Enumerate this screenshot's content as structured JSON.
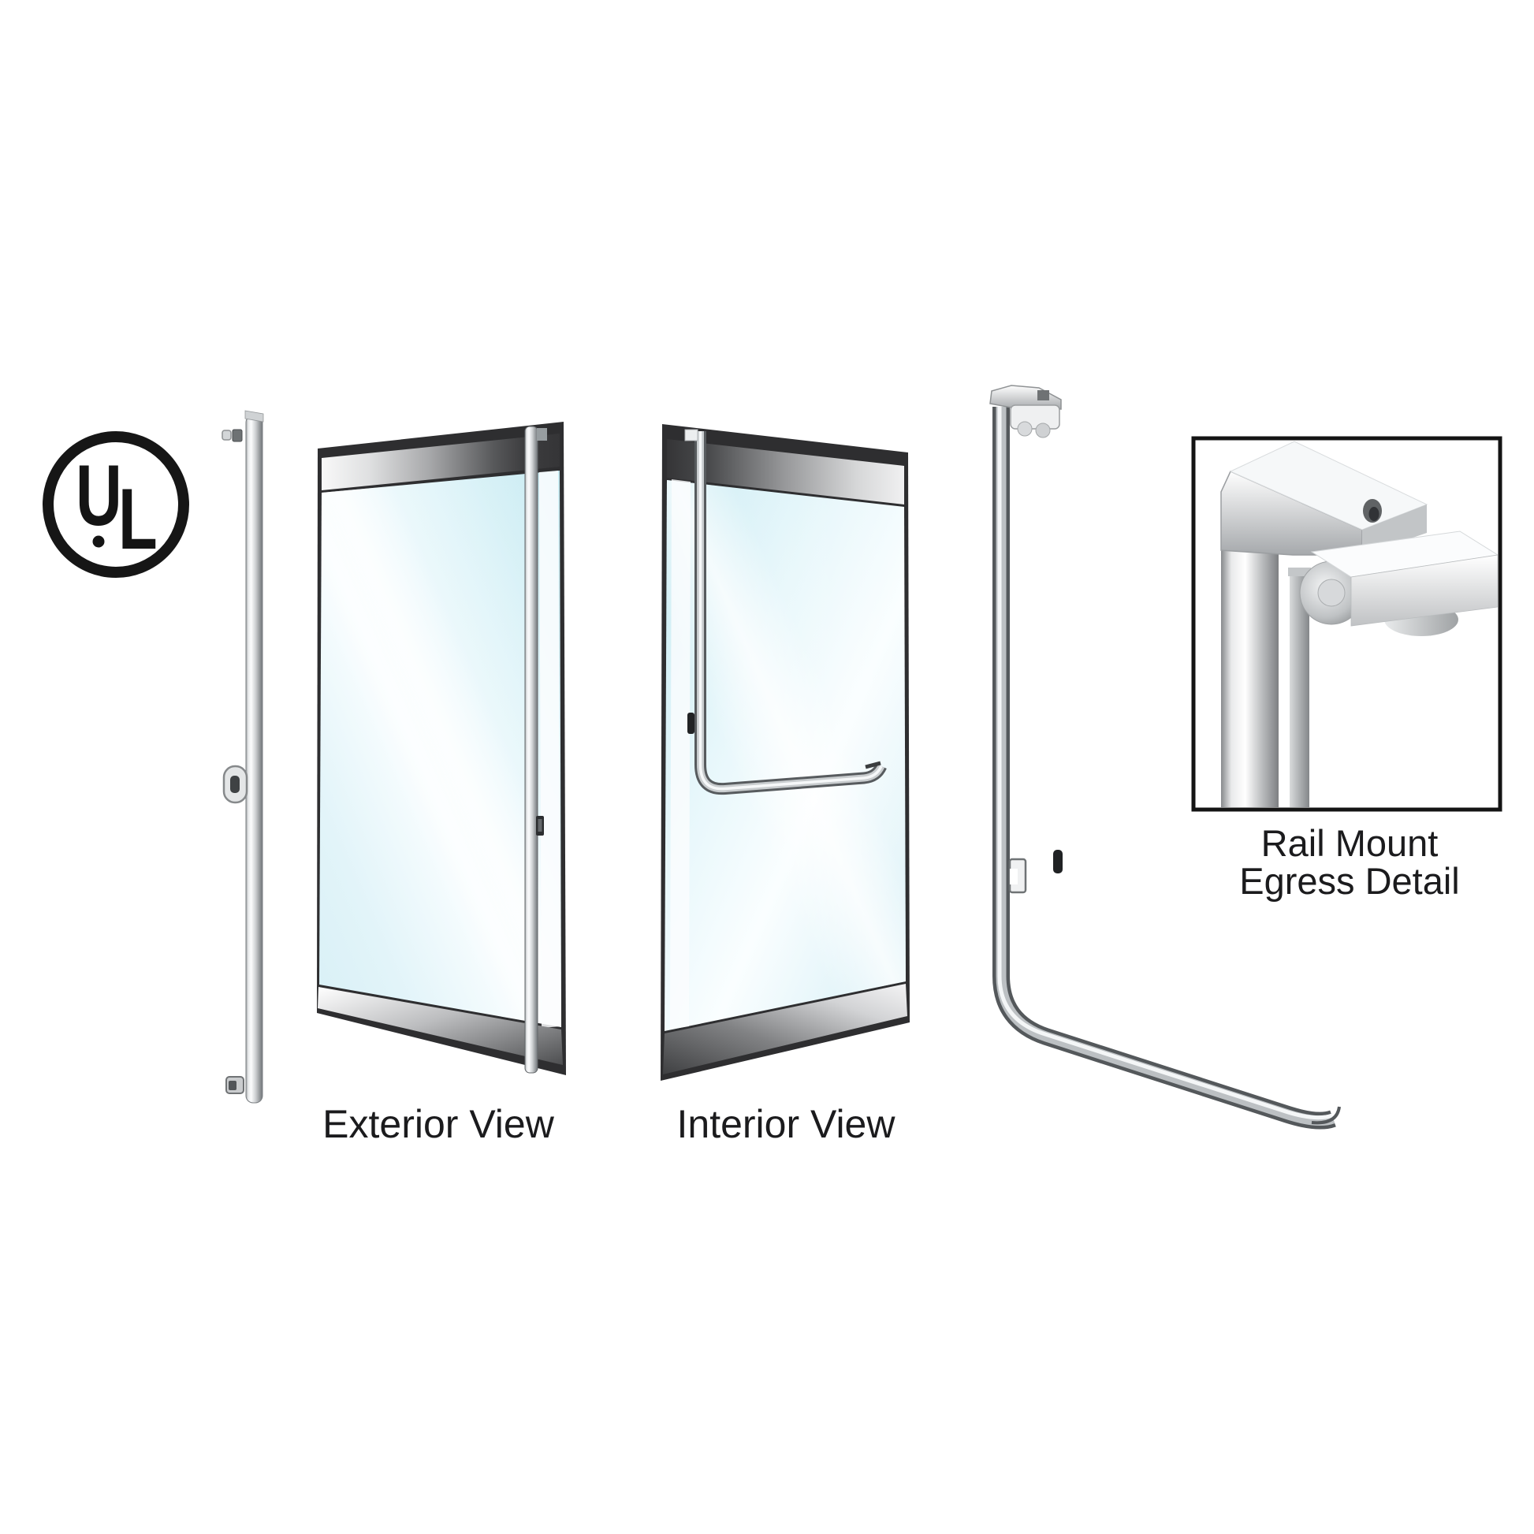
{
  "certification": {
    "mark": "UL",
    "letter_u": "U",
    "letter_l": "L"
  },
  "captions": {
    "exterior": "Exterior View",
    "interior": "Interior View",
    "detail_line1": "Rail Mount",
    "detail_line2": "Egress Detail"
  },
  "colors": {
    "background": "#ffffff",
    "frame_dark": "#323234",
    "glass_tint": "#cdecf4",
    "metal_light": "#f2f4f5",
    "metal_mid": "#b9bdc0",
    "metal_dark": "#6f7376",
    "logo_black": "#161616",
    "text": "#1c1c1e"
  }
}
